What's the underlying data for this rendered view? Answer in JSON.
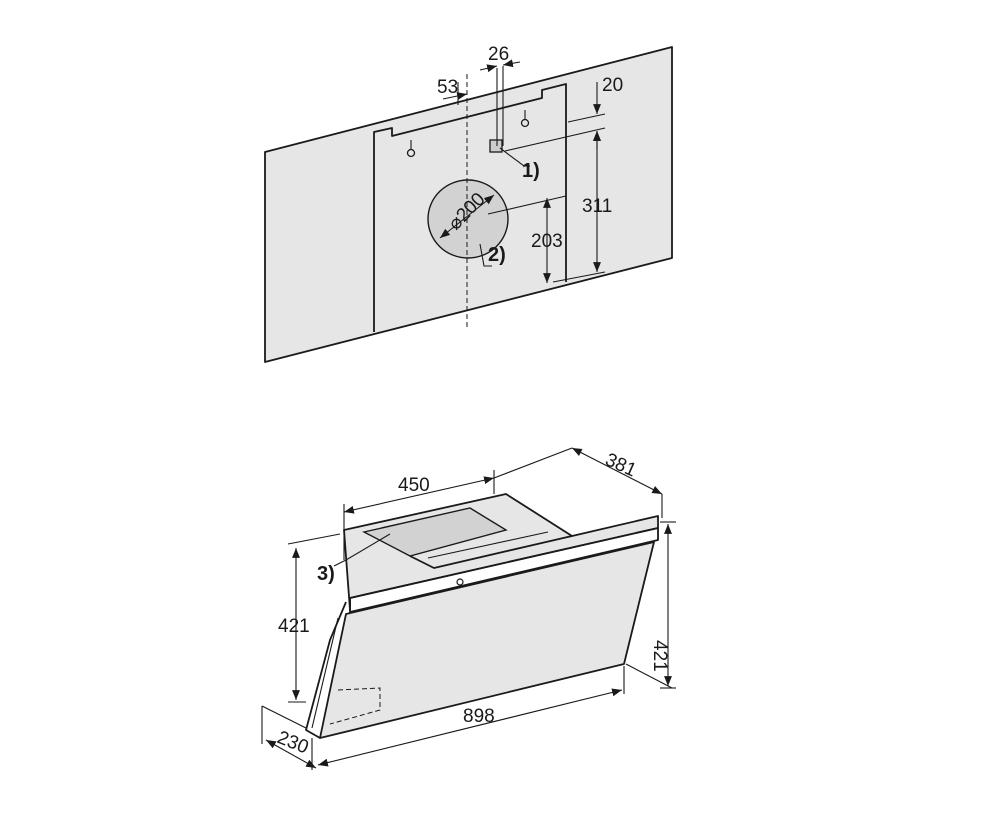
{
  "colors": {
    "surface_fill": "#e6e6e6",
    "duct_fill": "#d2d2d2",
    "line": "#1a1a1a",
    "background": "#ffffff"
  },
  "wall_view": {
    "dim_top_width": "26",
    "dim_offset": "53",
    "dim_top_gap": "20",
    "dim_height_total": "311",
    "dim_duct_height": "203",
    "duct_diameter": "⌀200",
    "callout_1": "1)",
    "callout_2": "2)"
  },
  "hood_view": {
    "dim_top_width": "450",
    "dim_depth": "381",
    "dim_left_height": "421",
    "dim_right_height": "421",
    "dim_width": "898",
    "dim_bottom_depth": "230",
    "callout_3": "3)"
  }
}
